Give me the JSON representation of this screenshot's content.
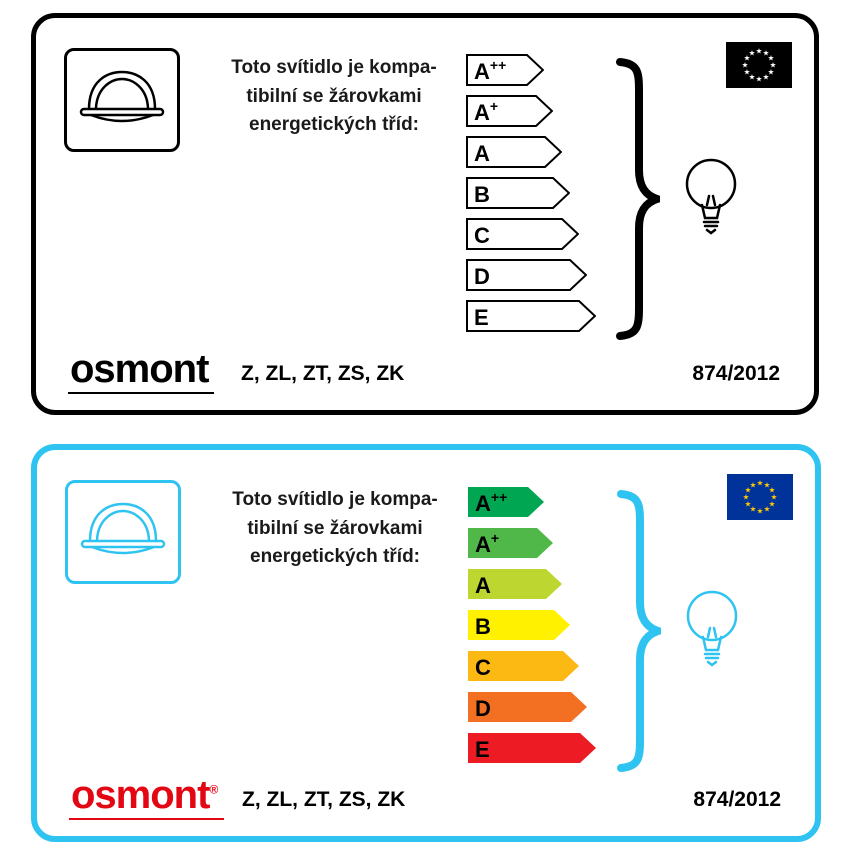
{
  "page": {
    "background": "#ffffff"
  },
  "cards": [
    {
      "variant": "monochrome",
      "description": {
        "line1": "Toto svítidlo je kompa-",
        "line2": "tibilní se žárovkami",
        "line3": "energetických tříd:"
      },
      "energy_classes": [
        {
          "letter": "A",
          "sup": "++",
          "fill": "#ffffff"
        },
        {
          "letter": "A",
          "sup": "+",
          "fill": "#ffffff"
        },
        {
          "letter": "A",
          "sup": "",
          "fill": "#ffffff"
        },
        {
          "letter": "B",
          "sup": "",
          "fill": "#ffffff"
        },
        {
          "letter": "C",
          "sup": "",
          "fill": "#ffffff"
        },
        {
          "letter": "D",
          "sup": "",
          "fill": "#ffffff"
        },
        {
          "letter": "E",
          "sup": "",
          "fill": "#ffffff"
        }
      ],
      "colors": {
        "border": "#000000",
        "arrow_stroke": "#000000",
        "letter": "#000000",
        "icon_stroke": "#000000",
        "brace": "#000000",
        "bulb": "#000000",
        "flag_bg": "#000000",
        "flag_stars": "#ffffff",
        "logo": "#000000"
      },
      "brand": "osmont",
      "brand_mark": "",
      "models": "Z, ZL, ZT, ZS, ZK",
      "regulation": "874/2012"
    },
    {
      "variant": "color",
      "description": {
        "line1": "Toto svítidlo je kompa-",
        "line2": "tibilní se žárovkami",
        "line3": "energetických tříd:"
      },
      "energy_classes": [
        {
          "letter": "A",
          "sup": "++",
          "fill": "#00a651"
        },
        {
          "letter": "A",
          "sup": "+",
          "fill": "#50b848"
        },
        {
          "letter": "A",
          "sup": "",
          "fill": "#bed630"
        },
        {
          "letter": "B",
          "sup": "",
          "fill": "#fff100"
        },
        {
          "letter": "C",
          "sup": "",
          "fill": "#fdb913"
        },
        {
          "letter": "D",
          "sup": "",
          "fill": "#f36f21"
        },
        {
          "letter": "E",
          "sup": "",
          "fill": "#ed1c24"
        }
      ],
      "colors": {
        "border": "#2fc3f2",
        "arrow_stroke": "none",
        "letter": "#000000",
        "icon_stroke": "#2fc3f2",
        "brace": "#2fc3f2",
        "bulb": "#2fc3f2",
        "flag_bg": "#003399",
        "flag_stars": "#ffcc00",
        "logo": "#e30613"
      },
      "brand": "osmont",
      "brand_mark": "®",
      "models": "Z, ZL, ZT, ZS, ZK",
      "regulation": "874/2012"
    }
  ]
}
